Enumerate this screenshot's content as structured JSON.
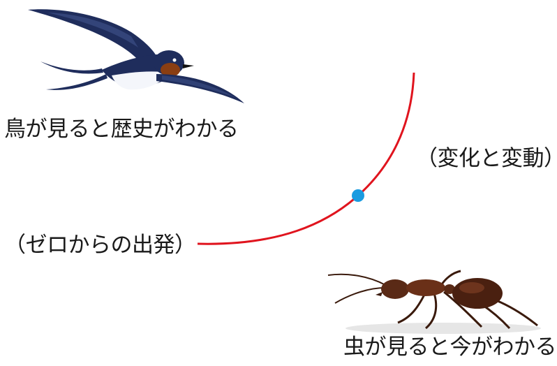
{
  "labels": {
    "bird_caption": "鳥が見ると歴史がわかる",
    "change": "（変化と変動）",
    "origin": "（ゼロからの出発）",
    "ant_caption": "虫が見ると今がわかる"
  },
  "colors": {
    "curve": "#e0141e",
    "point": "#1a9be0",
    "bird_dark": "#1f2d5c",
    "bird_belly": "#ffffff",
    "bird_throat": "#8a3e12",
    "ant": "#5a2a16"
  },
  "icons": {
    "bird": "swallow-icon",
    "ant": "ant-icon"
  }
}
